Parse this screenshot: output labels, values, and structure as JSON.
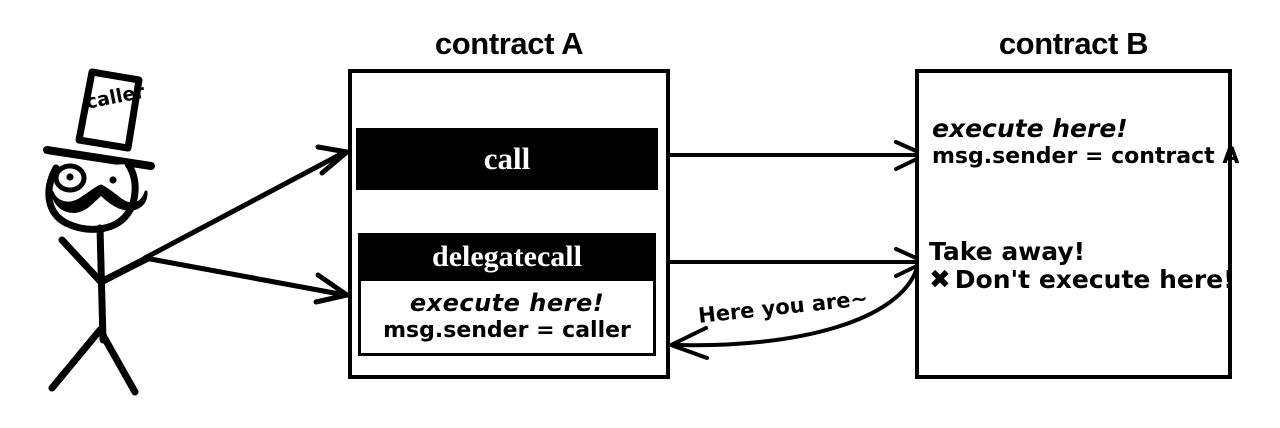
{
  "diagram": {
    "title_a": "contract A",
    "title_b": "contract B",
    "actor": {
      "hat_label": "caller",
      "name": "caller-stick-figure"
    },
    "contract_a": {
      "methods": [
        {
          "label": "call"
        },
        {
          "label": "delegatecall"
        }
      ],
      "delegatecall_note": {
        "line1": "execute here!",
        "line2": "msg.sender = caller"
      }
    },
    "contract_b": {
      "note_call": {
        "line1": "execute here!",
        "line2": "msg.sender = contract A"
      },
      "note_delegatecall": {
        "line1": "Take away!",
        "x_mark": "✖",
        "line2": "Don't execute here!"
      }
    },
    "arrows": {
      "return_label": "Here you are~"
    },
    "colors": {
      "ink": "#000000",
      "paper": "#ffffff",
      "bar_fill": "#000000",
      "bar_text": "#ffffff"
    }
  }
}
